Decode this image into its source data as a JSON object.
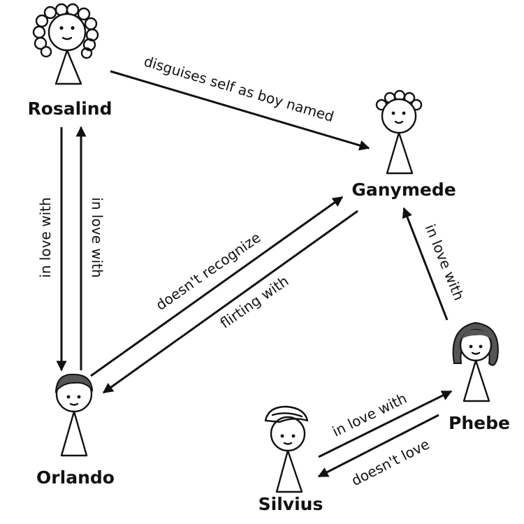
{
  "characters": {
    "rosalind": "Rosalind",
    "ganymede": "Ganymede",
    "orlando": "Orlando",
    "phebe": "Phebe",
    "silvius": "Silvius"
  },
  "relations": {
    "rosalind_ganymede": "disguises self as boy named",
    "rosalind_orlando": "in love with",
    "orlando_rosalind": "in love with",
    "orlando_ganymede": "doesn't recognize",
    "ganymede_orlando": "flirting with",
    "phebe_ganymede": "in love with",
    "silvius_phebe": "in love with",
    "phebe_silvius": "doesn't love"
  },
  "colors": {
    "ink": "#111111",
    "background": "#ffffff",
    "hair": "#555555"
  }
}
